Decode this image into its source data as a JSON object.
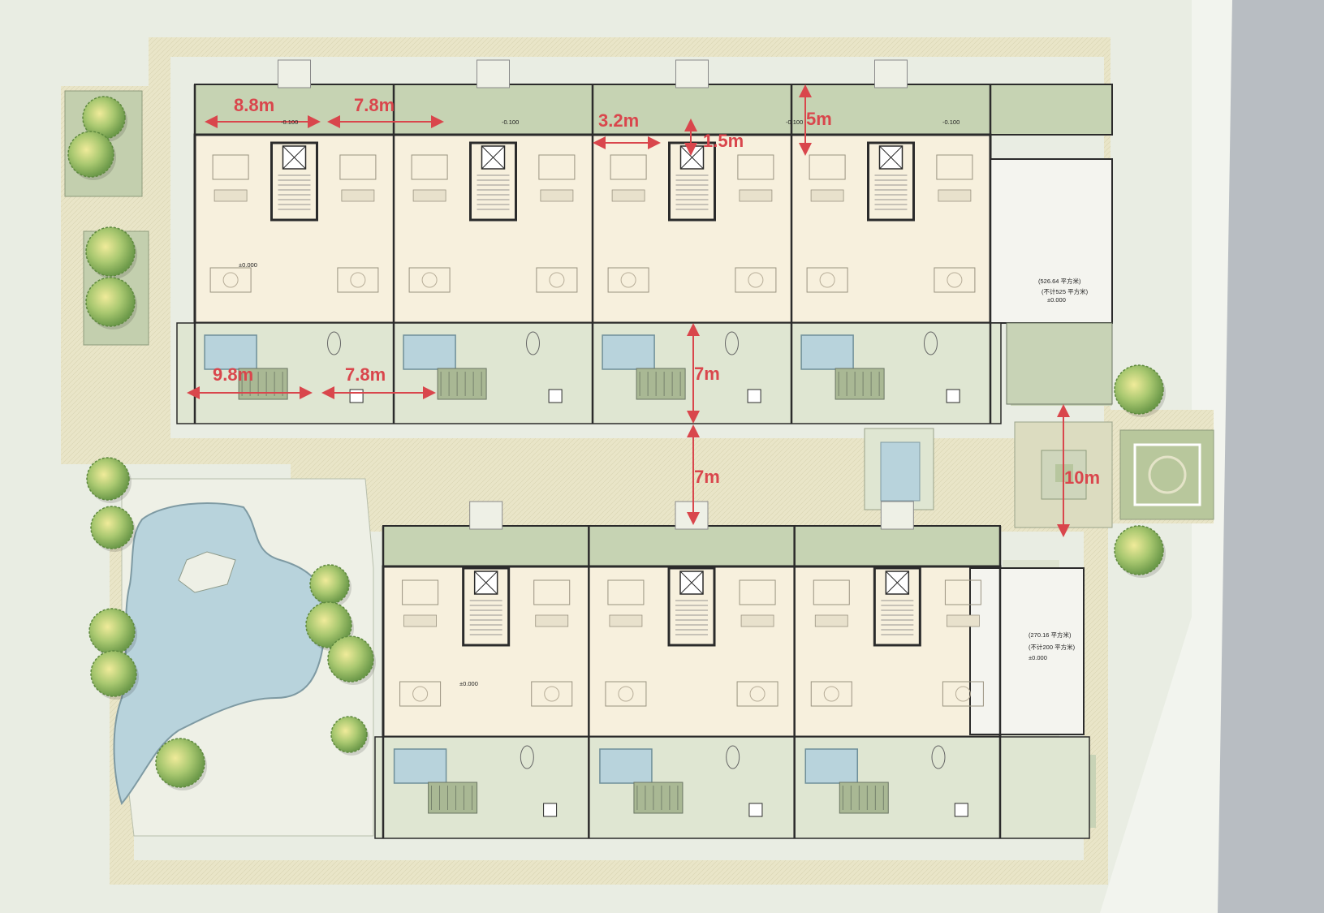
{
  "dimensions": {
    "top_unit_width_a": "8.8m",
    "top_unit_width_b": "7.8m",
    "bridge_width": "3.2m",
    "balcony_depth": "1.5m",
    "terrace_depth": "5m",
    "garden_width_a": "9.8m",
    "garden_width_b": "7.8m",
    "garden_depth": "7m",
    "building_gap": "7m",
    "plaza_width": "10m"
  },
  "labels": {
    "clubhouse_area_1": "(526.64 平方米)",
    "clubhouse_area_2": "(不计525 平方米)",
    "clubhouse_level": "±0.000",
    "lobby_area_1": "(270.16 平方米)",
    "lobby_area_2": "(不计200 平方米)",
    "lobby_level": "±0.000",
    "level_zero": "±0.000",
    "level_minus": "-0.100"
  },
  "colors": {
    "background": "#e9ede3",
    "paving": "#e8e4c9",
    "lawn": "#d9e2cb",
    "green_room": "#c3d1b0",
    "interior": "#f7f0dd",
    "water": "#b8d3dc",
    "wall": "#2b2b2b",
    "road": "#b8bdc2",
    "dimension": "#d9464c"
  },
  "icons": [
    "tree-icon",
    "elevator-icon",
    "stair-icon",
    "pool-icon",
    "pond-icon"
  ]
}
